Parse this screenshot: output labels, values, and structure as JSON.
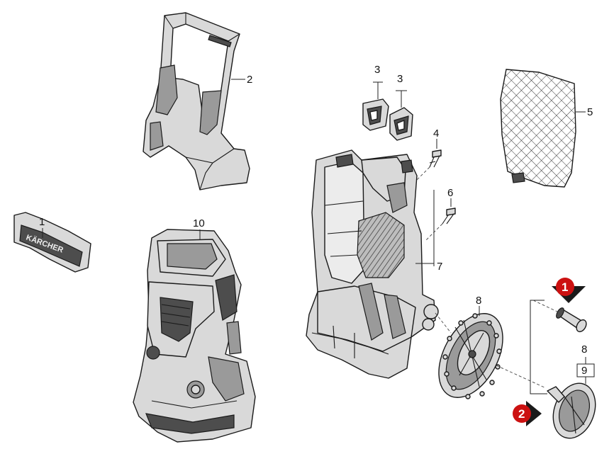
{
  "labels": {
    "p1": "1",
    "p2": "2",
    "p3a": "3",
    "p3b": "3",
    "p4": "4",
    "p5": "5",
    "p6": "6",
    "p7": "7",
    "p8a": "8",
    "p8b": "8",
    "p9": "9",
    "p10": "10"
  },
  "badges": {
    "b1": "1",
    "b2": "2"
  },
  "emblem_text": "KÄRCHER",
  "colors": {
    "badge_red": "#cc1111",
    "line": "#1a1a1a",
    "part_fill": "#d9d9d9",
    "dark_fill": "#4d4d4d"
  }
}
